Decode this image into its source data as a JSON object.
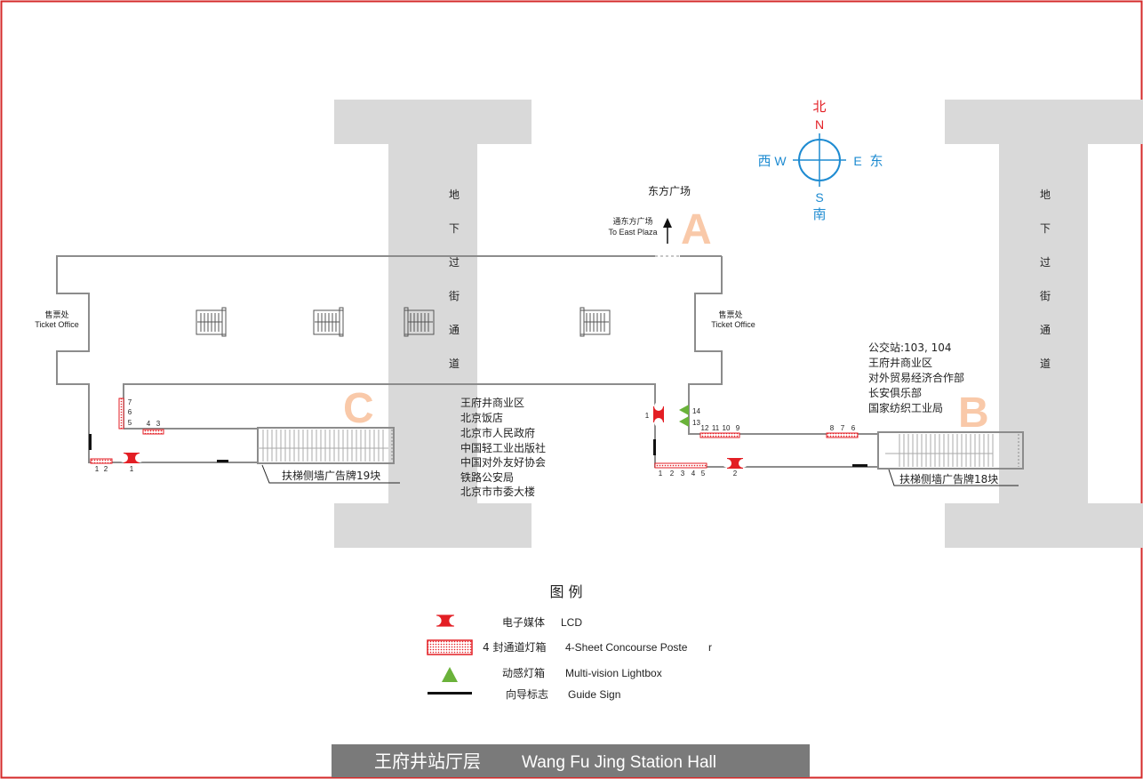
{
  "colors": {
    "frame": "#d42a2a",
    "corridor": "#d9d9d9",
    "walls": "#8c8c8c",
    "lcd": "#e31e24",
    "poster": "#e31e24",
    "lightbox": "#6ab23a",
    "guide": "#111111",
    "exit_letter": "#f9c9a9",
    "compass_blue": "#1e8bd1",
    "compass_north": "#e31e24",
    "title_bar": "#7a7a7a"
  },
  "compass": {
    "north_cn": "北",
    "north_en": "N",
    "south_en": "S",
    "south_cn": "南",
    "west_cn": "西",
    "west_en": "W",
    "east_en": "E",
    "east_cn": "东"
  },
  "underpass": {
    "chars": [
      "地",
      "下",
      "过",
      "街",
      "通",
      "道"
    ]
  },
  "exit_a": {
    "letter": "A",
    "destination": "东方广场",
    "arrow_cn": "通东方广场",
    "arrow_en": "To East Plaza"
  },
  "exit_b": {
    "letter": "B",
    "destinations": [
      "公交站:103, 104",
      "王府井商业区",
      "对外贸易经济合作部",
      "长安俱乐部",
      "国家纺织工业局"
    ],
    "billboard": "扶梯侧墙广告牌18块"
  },
  "exit_c": {
    "letter": "C",
    "destinations": [
      "王府井商业区",
      "北京饭店",
      "北京市人民政府",
      "中国轻工业出版社",
      "中国对外友好协会",
      "铁路公安局",
      "北京市市委大楼"
    ],
    "billboard": "扶梯侧墙广告牌19块"
  },
  "ticket_west": {
    "cn": "售票处",
    "en": "Ticket Office"
  },
  "ticket_east": {
    "cn": "售票处",
    "en": "Ticket Office"
  },
  "media_labels": {
    "west_vertical": [
      "7",
      "6",
      "5"
    ],
    "west_pair": [
      "4",
      "3"
    ],
    "west_bottom": [
      "1",
      "2"
    ],
    "west_lcd": "1",
    "east_lcd_upper": "1",
    "east_lightboxes": [
      "14",
      "13"
    ],
    "east_row_mid": [
      "12",
      "11",
      "10",
      "9"
    ],
    "east_row_bottom": [
      "1",
      "2",
      "3",
      "4",
      "5"
    ],
    "east_lcd_lower": "2",
    "east_row_far": [
      "8",
      "7",
      "6"
    ]
  },
  "legend": {
    "title": "图  例",
    "items": [
      {
        "icon": "lcd-icon",
        "cn": "电子媒体",
        "en": "LCD"
      },
      {
        "icon": "poster-icon",
        "cn": "4 封通道灯箱",
        "en": "4-Sheet  Concourse Poste",
        "en_tail": "r"
      },
      {
        "icon": "lightbox-icon",
        "cn": "动感灯箱",
        "en": "Multi-vision Lightbox"
      },
      {
        "icon": "guide-sign-icon",
        "cn": "向导标志",
        "en": "Guide Sign"
      }
    ]
  },
  "footer": {
    "cn": "王府井站厅层",
    "en": "Wang Fu Jing Station Hall"
  }
}
